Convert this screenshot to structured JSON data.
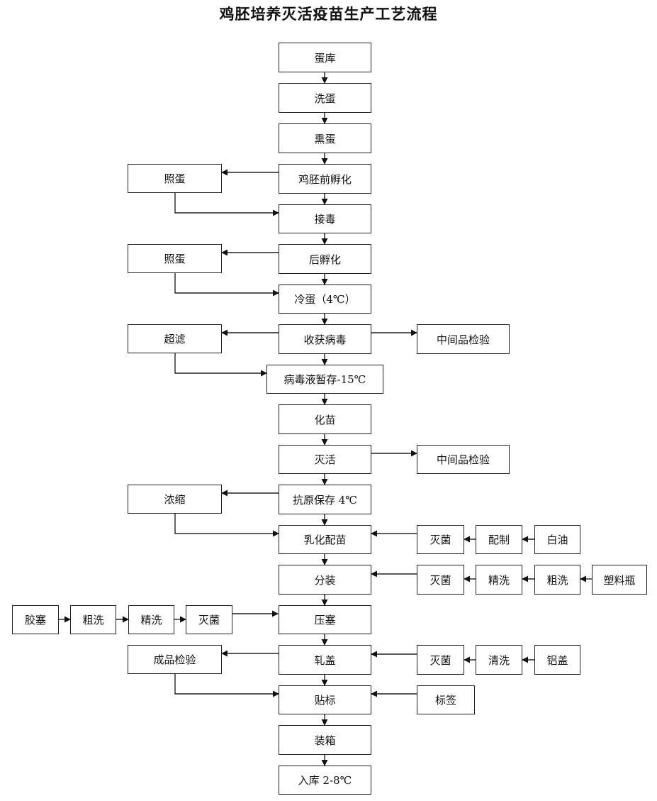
{
  "title": "鸡胚培养灭活疫苗生产工艺流程",
  "steps": {
    "egg_storage": "蛋库",
    "egg_wash": "洗蛋",
    "egg_fumigate": "熏蛋",
    "pre_incubation": "鸡胚前孵化",
    "candling_1": "照蛋",
    "inoculation": "接毒",
    "post_incubation": "后孵化",
    "candling_2": "照蛋",
    "egg_chill": "冷蛋（4℃）",
    "ultrafiltration": "超滤",
    "harvest_virus": "收获病毒",
    "intermediate_test_1": "中间品检验",
    "virus_storage": "病毒液暂存-15℃",
    "thaw_seed": "化苗",
    "inactivation": "灭活",
    "intermediate_test_2": "中间品检验",
    "concentration": "浓缩",
    "antigen_storage": "抗原保存 4℃",
    "emulsify": "乳化配苗",
    "sterilize_oil": "灭菌",
    "prepare_oil": "配制",
    "white_oil": "白油",
    "filling": "分装",
    "sterilize_bottle": "灭菌",
    "fine_wash_bottle": "精洗",
    "rough_wash_bottle": "粗洗",
    "plastic_bottle": "塑料瓶",
    "stopper": "胶塞",
    "rough_wash_stopper": "粗洗",
    "fine_wash_stopper": "精洗",
    "sterilize_stopper": "灭菌",
    "stoppering": "压塞",
    "final_test": "成品检验",
    "capping": "轧盖",
    "sterilize_cap": "灭菌",
    "clean_cap": "清洗",
    "aluminum_cap": "铝盖",
    "labeling": "贴标",
    "label": "标签",
    "boxing": "装箱",
    "warehouse": "入库 2-8℃"
  }
}
